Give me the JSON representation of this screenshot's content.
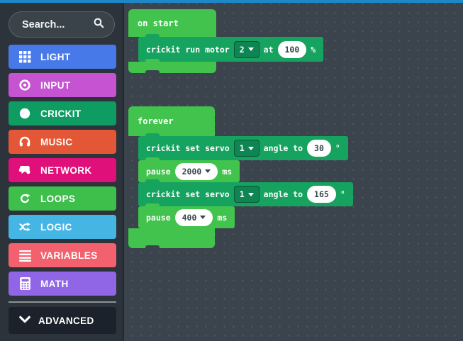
{
  "colors": {
    "topbar": "#1e87c8",
    "sidebar_bg": "#2c333a",
    "workspace_bg": "#3b434d",
    "loops_green": "#41C34D",
    "crickit_teal": "#16A35F",
    "light": "#4879E8",
    "input": "#C553D2",
    "crickit": "#0E9C63",
    "music": "#E35736",
    "network": "#E0107A",
    "loops": "#3EBE4B",
    "logic": "#45B6E4",
    "variables": "#F4616E",
    "math": "#9065E6",
    "advanced_bg": "#1b222b"
  },
  "sidebar": {
    "search_placeholder": "Search...",
    "search_icon": "search-icon",
    "categories": [
      {
        "label": "LIGHT",
        "color": "#4879E8",
        "icon": "grid-icon"
      },
      {
        "label": "INPUT",
        "color": "#C553D2",
        "icon": "target-icon"
      },
      {
        "label": "CRICKIT",
        "color": "#0E9C63",
        "icon": "circle-icon"
      },
      {
        "label": "MUSIC",
        "color": "#E35736",
        "icon": "headphones-icon"
      },
      {
        "label": "NETWORK",
        "color": "#E0107A",
        "icon": "chat-icon"
      },
      {
        "label": "LOOPS",
        "color": "#3EBE4B",
        "icon": "repeat-icon"
      },
      {
        "label": "LOGIC",
        "color": "#45B6E4",
        "icon": "shuffle-icon"
      },
      {
        "label": "VARIABLES",
        "color": "#F4616E",
        "icon": "lines-icon"
      },
      {
        "label": "MATH",
        "color": "#9065E6",
        "icon": "calculator-icon"
      }
    ],
    "advanced_label": "ADVANCED",
    "advanced_icon": "chevron-down-icon"
  },
  "workspace": {
    "on_start": {
      "header": "on start",
      "run_motor": {
        "text": "crickit run motor",
        "motor_port": "2",
        "at_label": "at",
        "speed": "100",
        "unit": "%"
      }
    },
    "forever": {
      "header": "forever",
      "servo_1": {
        "text": "crickit set servo",
        "servo_port": "1",
        "angle_label": "angle to",
        "angle": "30",
        "unit": "°"
      },
      "pause_1": {
        "text": "pause",
        "duration": "2000",
        "unit": "ms"
      },
      "servo_2": {
        "text": "crickit set servo",
        "servo_port": "1",
        "angle_label": "angle to",
        "angle": "165",
        "unit": "°"
      },
      "pause_2": {
        "text": "pause",
        "duration": "400",
        "unit": "ms"
      }
    }
  }
}
